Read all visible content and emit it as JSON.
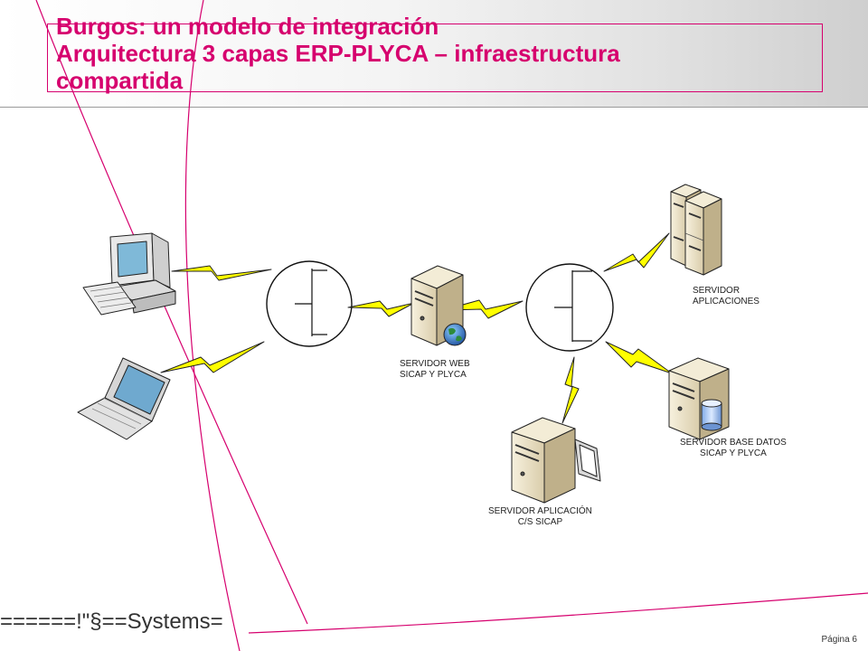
{
  "slide": {
    "title_line1": "Burgos: un modelo de integración",
    "title_line2": "Arquitectura 3 capas ERP-PLYCA – infraestructura",
    "title_line3": "compartida",
    "brand": "======!\"§==Systems=",
    "page_label": "Página 6"
  },
  "colors": {
    "accent": "#d6006e",
    "lightning": "#ffff00",
    "server_body": "#efe7cf"
  },
  "diagram": {
    "web_server": {
      "line1": "SERVIDOR WEB",
      "line2": "SICAP Y PLYCA"
    },
    "app_server": {
      "line1": "SERVIDOR",
      "line2": "APLICACIONES"
    },
    "db_server": {
      "line1": "SERVIDOR BASE DATOS",
      "line2": "SICAP Y PLYCA"
    },
    "cs_server": {
      "line1": "SERVIDOR APLICACIÓN",
      "line2": "C/S SICAP"
    }
  }
}
